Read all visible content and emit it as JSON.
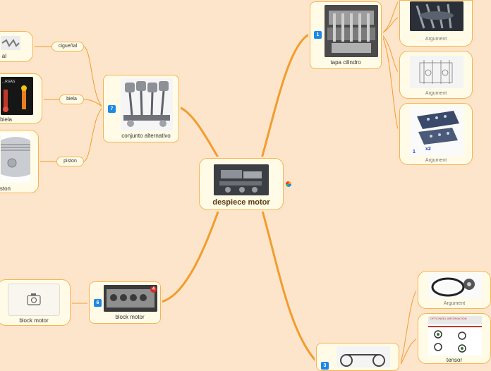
{
  "central": {
    "title": "despiece motor"
  },
  "branches": {
    "tapa": {
      "label": "tapa cilindro",
      "badge": "1"
    },
    "conjunto": {
      "label": "conjunto alternativo",
      "badge": "7"
    },
    "block": {
      "label": "block motor",
      "badge": "6",
      "overlay_badge": "4"
    },
    "bottom": {
      "badge": "3"
    }
  },
  "tapa_children": [
    {
      "label": "Argument"
    },
    {
      "label": "Argument"
    },
    {
      "label": "Argument",
      "diagram_marks": [
        "1",
        "x2"
      ]
    }
  ],
  "conjunto_children": [
    {
      "pill": "cigueñal",
      "card_label": "al"
    },
    {
      "pill": "biela",
      "card_label": "biela",
      "card_heading": "...RGAS"
    },
    {
      "pill": "piston",
      "card_label": "ston"
    }
  ],
  "block_child": {
    "label": "block motor",
    "icon": "camera-icon"
  },
  "bottom_children": [
    {
      "label": "Argument"
    },
    {
      "label": "tensor",
      "heading": "OPTIONEEL INFORMATION"
    }
  ],
  "colors": {
    "background": "#fde5cc",
    "node_border": "#f5b452",
    "link": "#f39c2c",
    "badge": "#1e88e5"
  }
}
